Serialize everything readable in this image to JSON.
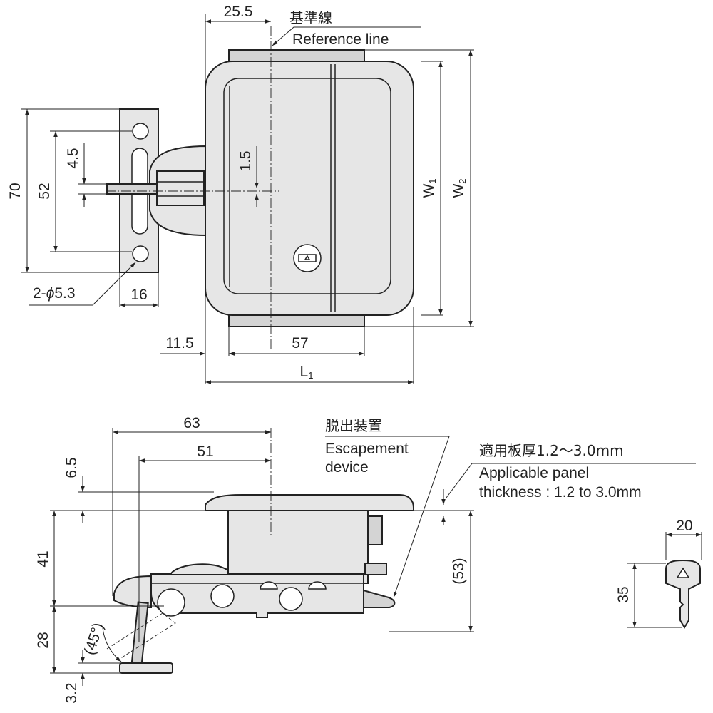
{
  "top_view": {
    "ref_label_jp": "基準線",
    "ref_label_en": "Reference line",
    "dims": {
      "d25_5": "25.5",
      "d70": "70",
      "d52": "52",
      "d4_5": "4.5",
      "d1_5": "1.5",
      "hole_base": "2-",
      "hole_phi": "ϕ",
      "hole_val": "5.3",
      "d16": "16",
      "d11_5": "11.5",
      "d57": "57",
      "L": "L",
      "L_sub": "1",
      "W1": "W",
      "W1_sub": "1",
      "W2": "W",
      "W2_sub": "2"
    }
  },
  "side_view": {
    "escapement_jp": "脱出装置",
    "escapement_en1": "Escapement",
    "escapement_en2": "device",
    "panel_jp": "適用板厚1.2～3.0mm",
    "panel_en1": "Applicable panel",
    "panel_en2": "thickness : 1.2 to 3.0mm",
    "dims": {
      "d63": "63",
      "d51": "51",
      "d6_5": "6.5",
      "d41": "41",
      "d28": "28",
      "d3_2": "3.2",
      "d53": "(53)",
      "angle": "(45°)"
    }
  },
  "key_view": {
    "dims": {
      "d20": "20",
      "d35": "35"
    }
  }
}
